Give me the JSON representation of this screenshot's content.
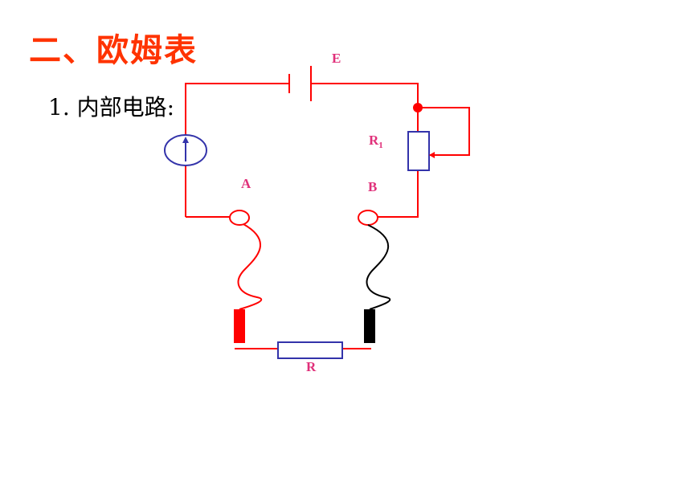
{
  "title": "二、欧姆表",
  "subtitle": "1. 内部电路:",
  "labels": {
    "battery": "E",
    "rheostat": "R",
    "rheostat_sub": "1",
    "terminal_a": "A",
    "terminal_b": "B",
    "resistor": "R"
  },
  "colors": {
    "title": "#ff3300",
    "wire": "#ff0000",
    "label": "#e0307a",
    "component_outline": "#3333aa",
    "probe_red": "#ff0000",
    "probe_black": "#000000"
  },
  "icons": {
    "galvanometer": "galvanometer-icon",
    "battery": "battery-icon",
    "rheostat": "rheostat-icon",
    "resistor": "resistor-icon"
  }
}
